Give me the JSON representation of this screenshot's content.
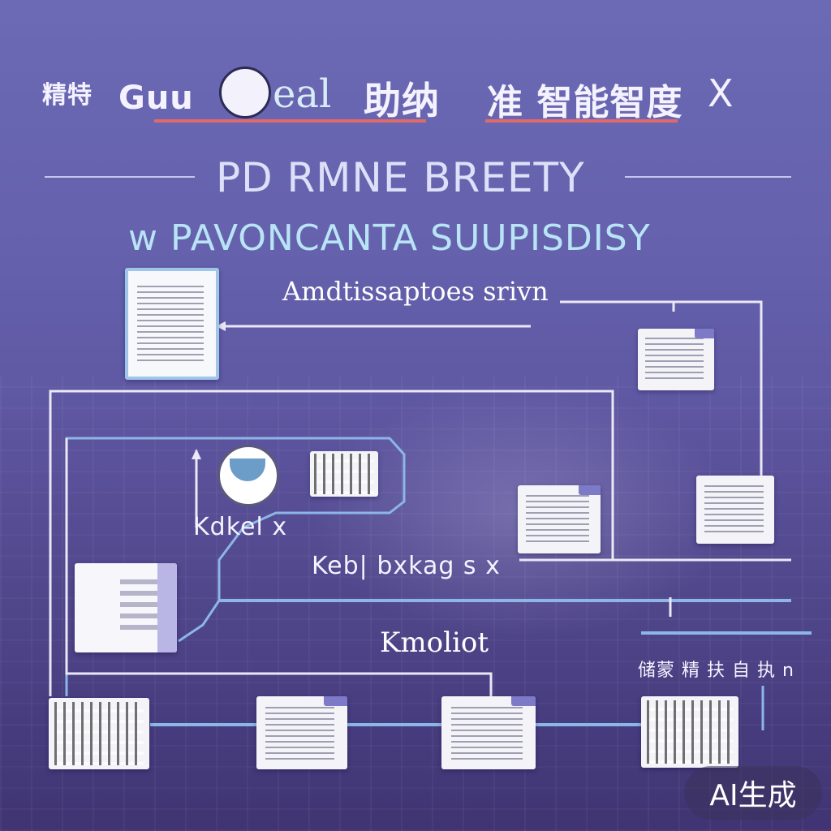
{
  "header": {
    "left_cjk": "精特",
    "brand_a": "Guu",
    "brand_b": "eal",
    "brand_c": "助纳",
    "right_cjk": "准 智能智度",
    "right_x": "X"
  },
  "headline": "PD RMNE BREETY",
  "subheadline": "w PAVONCANTA SUUPISDISY",
  "labels": {
    "top_process": "Amdtissaptoes srivn",
    "left_mid": "Kdkel x",
    "mid_process": "Keb|  bxkag s x",
    "bottom_process": "Kmoliot",
    "right_cjk": "储蒙 精 扶 自 执 n"
  },
  "badge": "AI生成",
  "colors": {
    "accent_red": "#e06a6a",
    "wire_light": "#eae8f6",
    "wire_blue": "#8cb6e8",
    "doc_tab": "#7d7ac8"
  }
}
